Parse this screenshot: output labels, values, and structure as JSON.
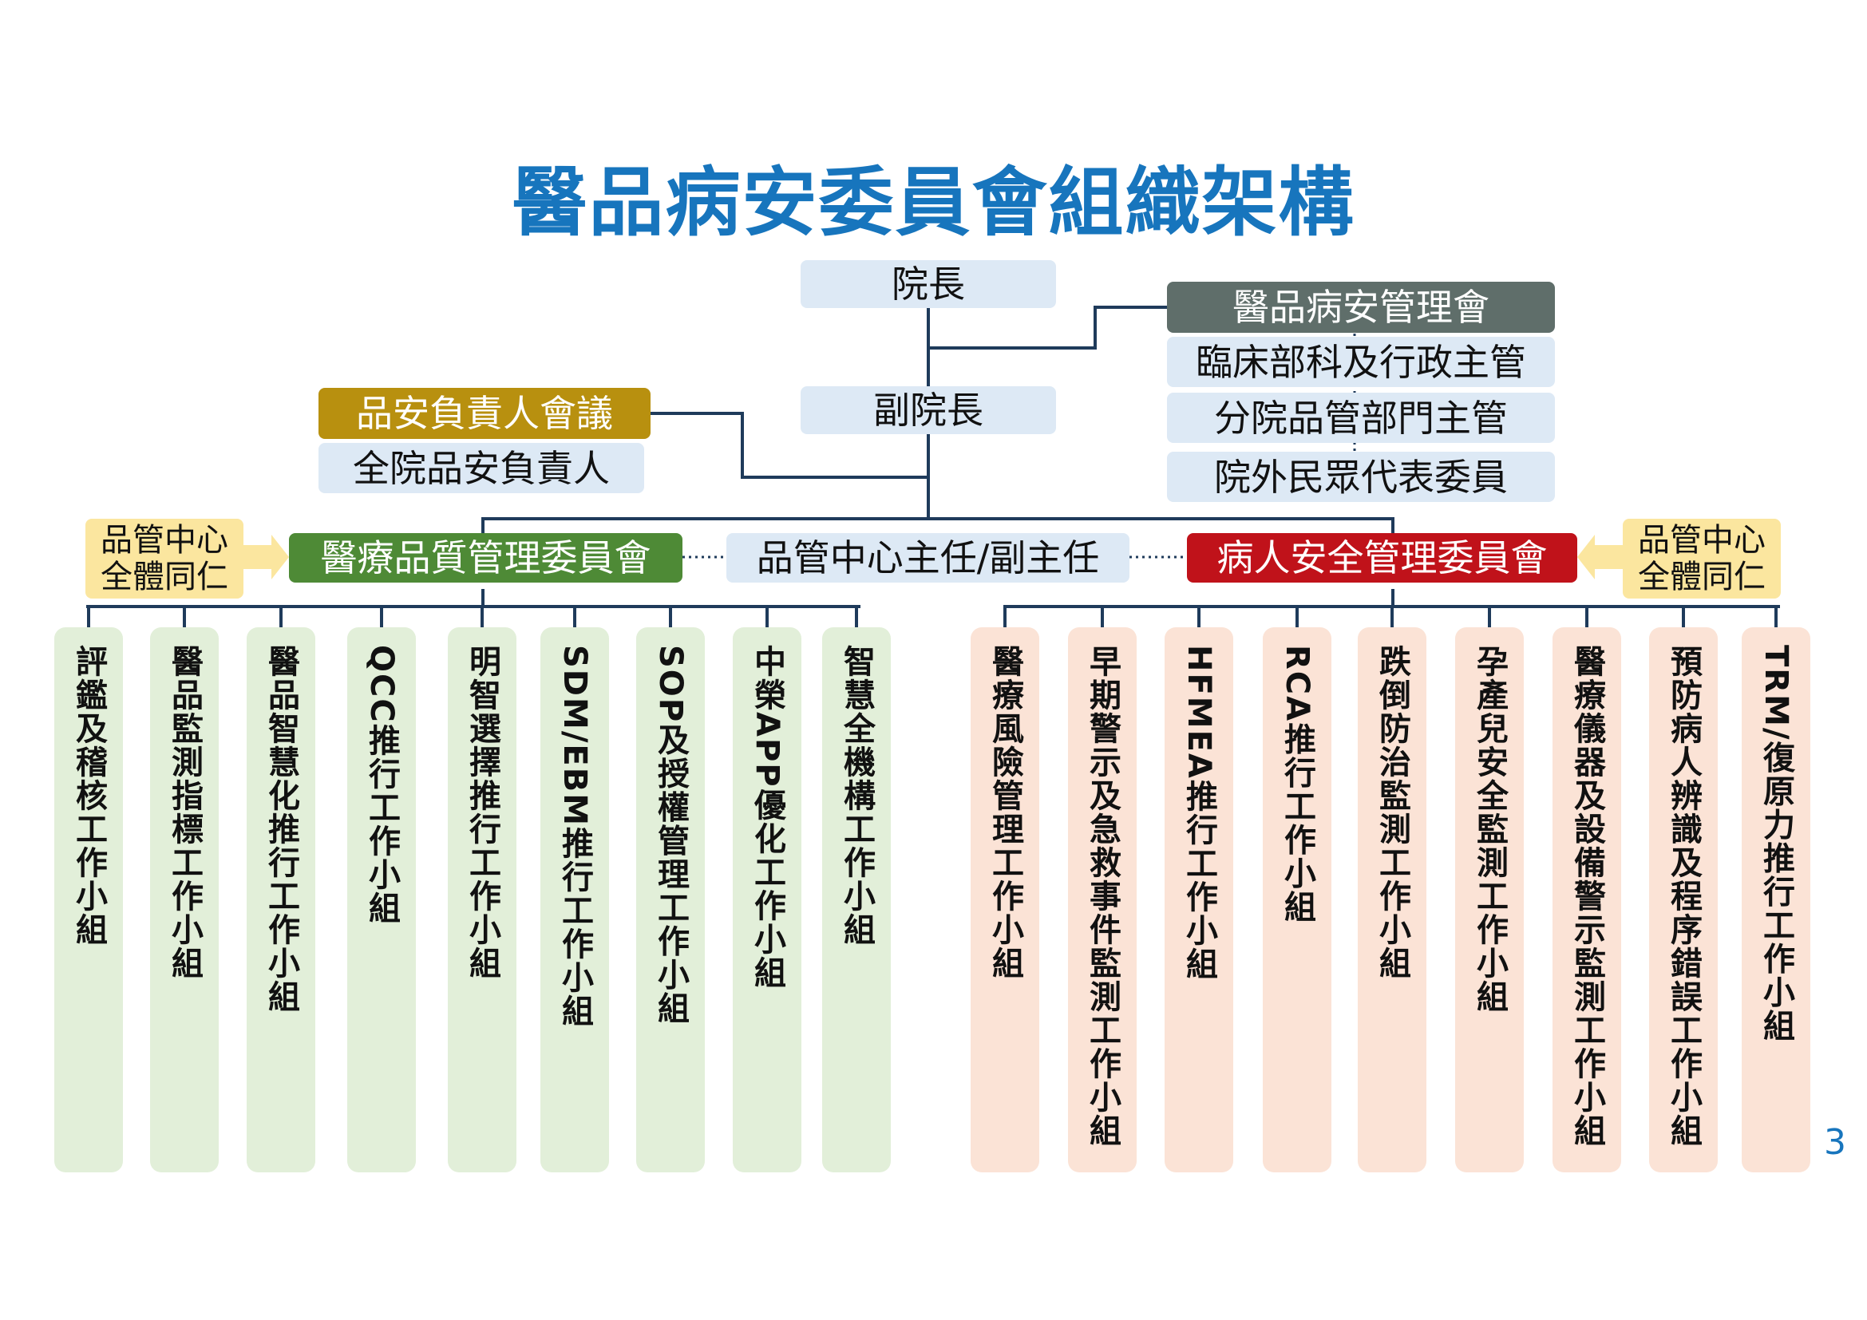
{
  "title": "醫品病安委員會組織架構",
  "president": "院長",
  "vice_president": "副院長",
  "management_council": {
    "header": "醫品病安管理會",
    "members": [
      "臨床部科及行政主管",
      "分院品管部門主管",
      "院外民眾代表委員"
    ]
  },
  "safety_meeting": {
    "header": "品安負責人會議",
    "member": "全院品安負責人"
  },
  "qm_director": "品管中心主任/副主任",
  "qm_staff_left": [
    "品管中心",
    "全體同仁"
  ],
  "qm_staff_right": [
    "品管中心",
    "全體同仁"
  ],
  "quality_committee": {
    "header": "醫療品質管理委員會",
    "groups": [
      "評鑑及稽核工作小組",
      "醫品監測指標工作小組",
      "醫品智慧化推行工作小組",
      "QCC推行工作小組",
      "明智選擇推行工作小組",
      "SDM/EBM推行工作小組",
      "SOP及授權管理工作小組",
      "中榮APP優化工作小組",
      "智慧全機構工作小組"
    ]
  },
  "safety_committee": {
    "header": "病人安全管理委員會",
    "groups": [
      "醫療風險管理工作小組",
      "早期警示及急救事件監測工作小組",
      "HFMEA推行工作小組",
      "RCA推行工作小組",
      "跌倒防治監測工作小組",
      "孕產兒安全監測工作小組",
      "醫療儀器及設備警示監測工作小組",
      "預防病人辨識及程序錯誤工作小組",
      "TRM/復原力推行工作小組"
    ]
  },
  "page_number": "3",
  "colors": {
    "title": "#1775bd",
    "quality_header": "#4e8a36",
    "safety_header": "#c0121a",
    "safety_meeting_header": "#b8900f",
    "council_header": "#5f6e6a",
    "connector": "#1f3b5b"
  }
}
